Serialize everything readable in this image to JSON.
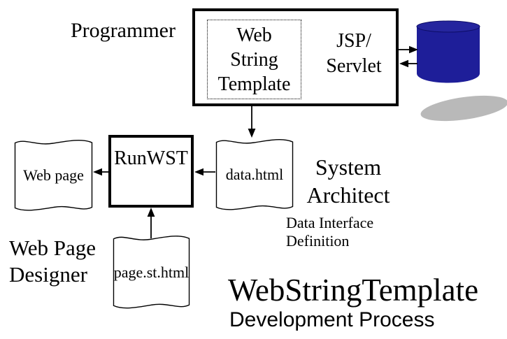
{
  "diagram": {
    "programmer_label": "Programmer",
    "server_box": {
      "template_label": "Web\nString\nTemplate",
      "runtime_label": "JSP/\nServlet"
    },
    "run_wst_label": "RunWST",
    "documents": {
      "web_page": "Web page",
      "data_html": "data.html",
      "page_st_html": "page.st.html"
    },
    "system_architect_label": "System\nArchitect",
    "data_interface_label": "Data Interface\nDefinition",
    "web_page_designer_label": "Web Page\nDesigner",
    "title": "WebStringTemplate",
    "subtitle": "Development Process",
    "colors": {
      "database_body": "#1e1e99",
      "database_top": "#25259e",
      "shadow_gray": "#b9b9b9",
      "line_black": "#000000",
      "background": "#ffffff"
    }
  }
}
